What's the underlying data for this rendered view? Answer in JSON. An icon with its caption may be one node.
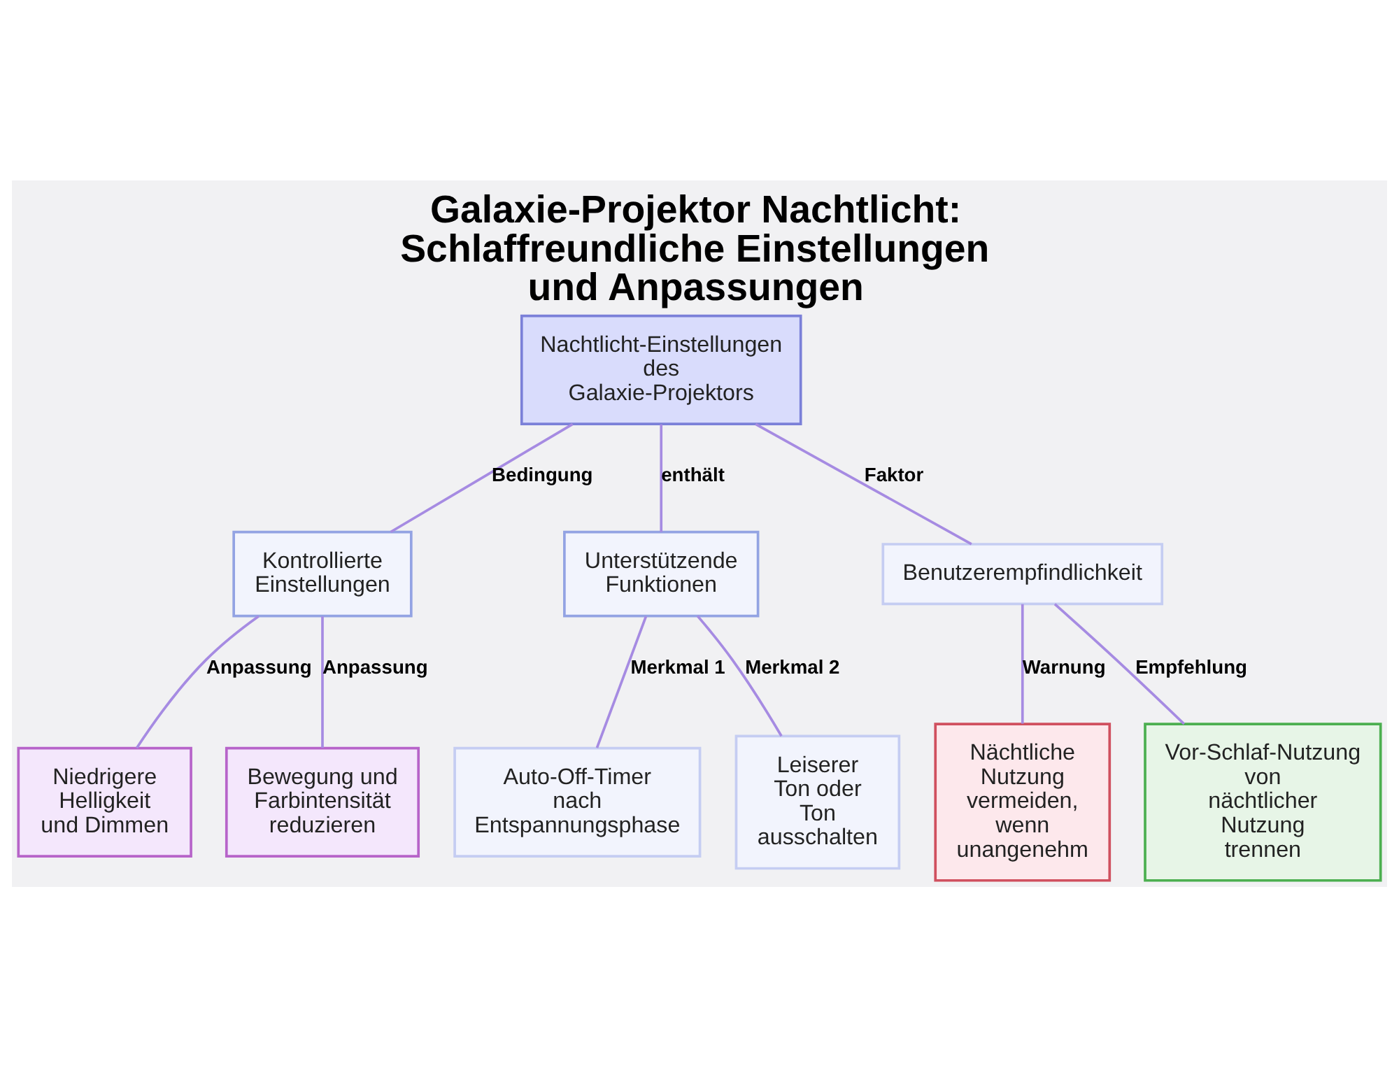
{
  "diagram": {
    "title": "Galaxie-Projektor Nachtlicht: Schlaffreundliche Einstellungen und Anpassungen",
    "nodes": [
      {
        "text": [
          "Nachtlicht-Einstellungen des Galaxie-Projektors"
        ]
      },
      {
        "text": [
          "Kontrollierte Einstellungen"
        ]
      },
      {
        "text": [
          "Unterstützende Funktionen"
        ]
      },
      {
        "text": [
          "Benutzerempfindlichkeit"
        ]
      },
      {
        "text": [
          "Niedrigere Helligkeit und Dimmen"
        ]
      },
      {
        "text": [
          "Bewegung und Farbintensität reduzieren"
        ]
      },
      {
        "text": [
          "Auto-Off-Timer nach Entspannungsphase"
        ]
      },
      {
        "text": [
          "Leiserer Ton oder Ton ausschalten"
        ]
      },
      {
        "text": [
          "Nächtliche Nutzung vermeiden, wenn unangenehm"
        ]
      },
      {
        "text": [
          "Vor-Schlaf-Nutzung von nächtlicher Nutzung trennen"
        ]
      }
    ],
    "edges": [
      {
        "from": 0,
        "to": 1,
        "arrow": "none",
        "label": "Bedingung"
      },
      {
        "from": 0,
        "to": 2,
        "arrow": "none",
        "label": "enthält"
      },
      {
        "from": 0,
        "to": 3,
        "arrow": "none",
        "label": "Faktor"
      },
      {
        "from": 1,
        "to": 4,
        "arrow": "none",
        "label": "Anpassung"
      },
      {
        "from": 1,
        "to": 5,
        "arrow": "none",
        "label": "Anpassung"
      },
      {
        "from": 2,
        "to": 6,
        "arrow": "none",
        "label": "Merkmal 1"
      },
      {
        "from": 2,
        "to": 7,
        "arrow": "none",
        "label": "Merkmal 2"
      },
      {
        "from": 3,
        "to": 8,
        "arrow": "none",
        "label": "Warnung"
      },
      {
        "from": 3,
        "to": 9,
        "arrow": "none",
        "label": "Empfehlung"
      }
    ]
  }
}
